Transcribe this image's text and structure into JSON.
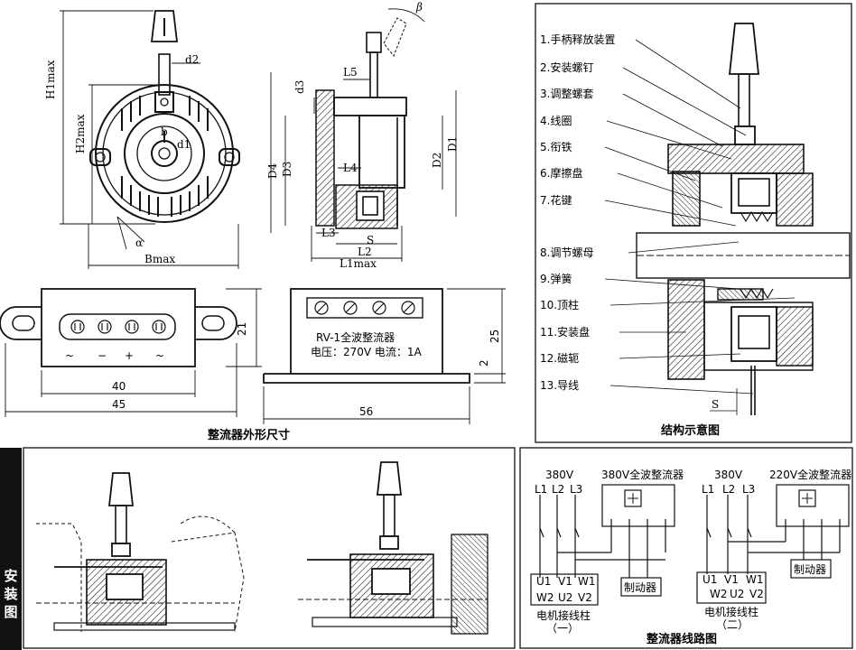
{
  "outline_dims": {
    "h1max": "H1max",
    "h2max": "H2max",
    "d2": "d2",
    "b": "b",
    "d1": "d1",
    "alpha": "α",
    "bmax": "Bmax",
    "beta": "β",
    "l5": "L5",
    "d3": "d3",
    "D4": "D4",
    "D3": "D3",
    "D2": "D2",
    "D1": "D1",
    "l4": "L4",
    "l3": "L3",
    "s": "S",
    "l2": "L2",
    "l1max": "L1max"
  },
  "rectifier": {
    "symbols": [
      "~",
      "−",
      "+",
      "~"
    ],
    "dim_40": "40",
    "dim_45": "45",
    "dim_21": "21",
    "nameplate_line1": "RV-1全波整流器",
    "nameplate_line2": "电压：270V 电流：1A",
    "dim_25": "25",
    "dim_2": "2",
    "dim_56": "56",
    "caption": "整流器外形尺寸"
  },
  "structure": {
    "labels": [
      "1.手柄释放装置",
      "2.安装螺钉",
      "3.调整螺套",
      "4.线圈",
      "5.衔铁",
      "6.摩擦盘",
      "7.花键",
      "8.调节螺母",
      "9.弹簧",
      "10.顶柱",
      "11.安装盘",
      "12.磁轭",
      "13.导线"
    ],
    "s": "S",
    "caption": "结构示意图"
  },
  "install": {
    "tab": [
      "安",
      "装",
      "图"
    ]
  },
  "wiring": {
    "left": {
      "voltage": "380V",
      "rectifier": "380V全波整流器",
      "lines": [
        "L1",
        "L2",
        "L3"
      ],
      "top_terminals": [
        "U1",
        "V1",
        "W1"
      ],
      "bottom_terminals": [
        "W2",
        "U2",
        "V2"
      ],
      "brake": "制动器",
      "post": "电机接线柱",
      "num": "（一）"
    },
    "right": {
      "voltage": "380V",
      "rectifier": "220V全波整流器",
      "lines": [
        "L1",
        "L2",
        "L3"
      ],
      "top_terminals": [
        "U1",
        "V1",
        "W1"
      ],
      "bottom_terminals": [
        "W2",
        "U2",
        "V2"
      ],
      "brake": "制动器",
      "post": "电机接线柱",
      "num": "（二）"
    },
    "caption": "整流器线路图"
  }
}
